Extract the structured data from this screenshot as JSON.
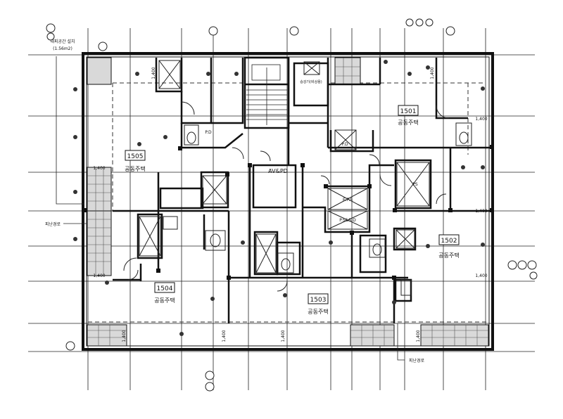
{
  "floor_plan": {
    "units": [
      {
        "number": "1505",
        "use": "공동주택"
      },
      {
        "number": "1501",
        "use": "공동주택"
      },
      {
        "number": "1502",
        "use": "공동주택"
      },
      {
        "number": "1503",
        "use": "공동주택"
      },
      {
        "number": "1504",
        "use": "공동주택"
      }
    ],
    "core_labels": {
      "av_pd": "AV&PD",
      "ps": "PS",
      "ep_ps": "E.P.S",
      "ps_sd": "P.S&S.D",
      "elevator": "승강기(비상용)"
    },
    "room_tags": {
      "pd_left": "P.D",
      "pd_right": "P.D"
    },
    "dimensions": {
      "d_left_wall": "1,400",
      "d_right_top": "1,400",
      "d_right_mid": "1,400",
      "d_right_low": "1,400",
      "d_left_low": "1,400",
      "d_top_left": "1,400",
      "d_top_right": "1,400",
      "d_bot_1": "1,400",
      "d_bot_2": "1,400",
      "d_bot_3": "1,400",
      "d_bot_4": "1,400"
    },
    "annotations": {
      "evac_area_title": "대피공간 설치",
      "evac_area_size": "(1.56m2)",
      "evac_route_left": "피난경로",
      "evac_route_bottom": "피난경로"
    }
  }
}
